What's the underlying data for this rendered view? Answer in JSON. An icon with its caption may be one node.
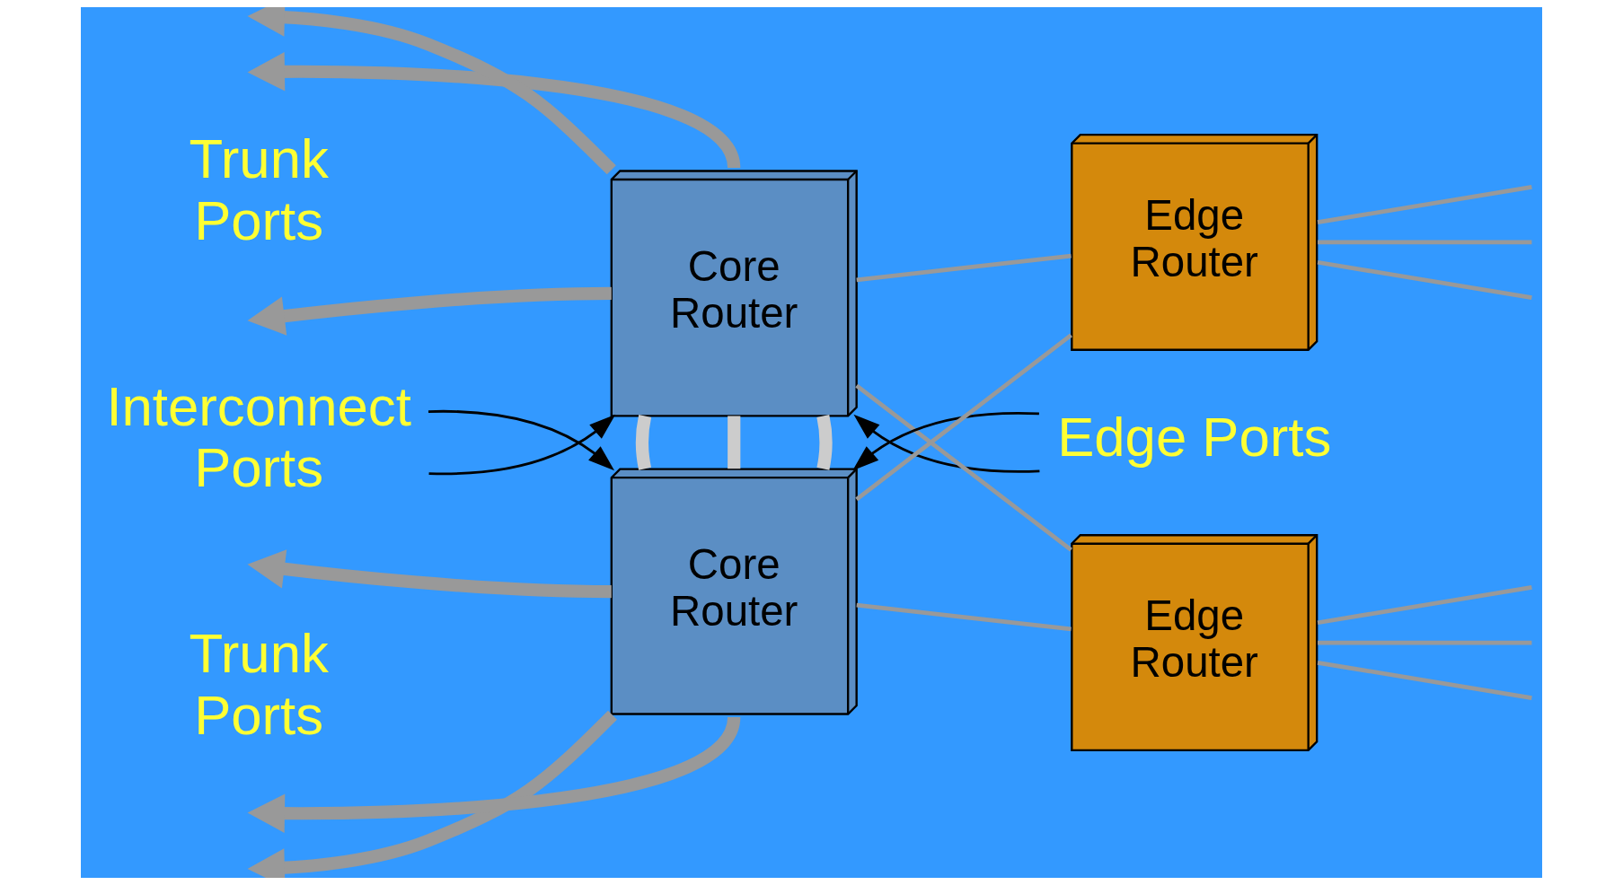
{
  "diagram": {
    "nodes": [
      {
        "text": [
          "Core Router"
        ]
      },
      {
        "text": [
          "Interconnect Ports"
        ]
      },
      {
        "text": [
          "Edge Ports"
        ]
      },
      {
        "text": [
          "Edge Router"
        ]
      },
      {
        "text": [
          "Edge Router"
        ]
      },
      {
        "text": [
          "Core Router"
        ]
      }
    ],
    "edges": [
      {
        "from": 0,
        "to": null,
        "arrow": "to",
        "style": "thick"
      },
      {
        "from": 0,
        "to": null,
        "arrow": "to",
        "style": "thick"
      },
      {
        "from": 0,
        "to": null,
        "arrow": "to",
        "style": "thick"
      },
      {
        "from": 5,
        "to": null,
        "arrow": "to",
        "style": "thick"
      },
      {
        "from": 5,
        "to": null,
        "arrow": "to",
        "style": "thick"
      },
      {
        "from": 5,
        "to": null,
        "arrow": "to",
        "style": "thick"
      },
      {
        "from": 0,
        "to": 5,
        "arrow": "none",
        "style": "thick",
        "color": "#cccccc"
      },
      {
        "from": 0,
        "to": 5,
        "arrow": "none",
        "style": "thick",
        "color": "#cccccc"
      },
      {
        "from": 0,
        "to": 5,
        "arrow": "none",
        "style": "thick",
        "color": "#cccccc"
      },
      {
        "from": 0,
        "to": 3,
        "arrow": "none"
      },
      {
        "from": 0,
        "to": 4,
        "arrow": "none"
      },
      {
        "from": 5,
        "to": 3,
        "arrow": "none"
      },
      {
        "from": 5,
        "to": 4,
        "arrow": "none"
      },
      {
        "from": 3,
        "to": null,
        "arrow": "none"
      },
      {
        "from": 3,
        "to": null,
        "arrow": "none"
      },
      {
        "from": 3,
        "to": null,
        "arrow": "none"
      },
      {
        "from": 4,
        "to": null,
        "arrow": "none"
      },
      {
        "from": 4,
        "to": null,
        "arrow": "none"
      },
      {
        "from": 4,
        "to": null,
        "arrow": "none"
      },
      {
        "from": 1,
        "to": 0,
        "arrow": "to",
        "color": "#000000"
      },
      {
        "from": 1,
        "to": 5,
        "arrow": "to",
        "color": "#000000"
      },
      {
        "from": 2,
        "to": 0,
        "arrow": "to",
        "color": "#000000"
      },
      {
        "from": 2,
        "to": 5,
        "arrow": "to",
        "color": "#000000"
      }
    ],
    "labels": [
      "Trunk Ports",
      "Trunk Ports"
    ]
  }
}
